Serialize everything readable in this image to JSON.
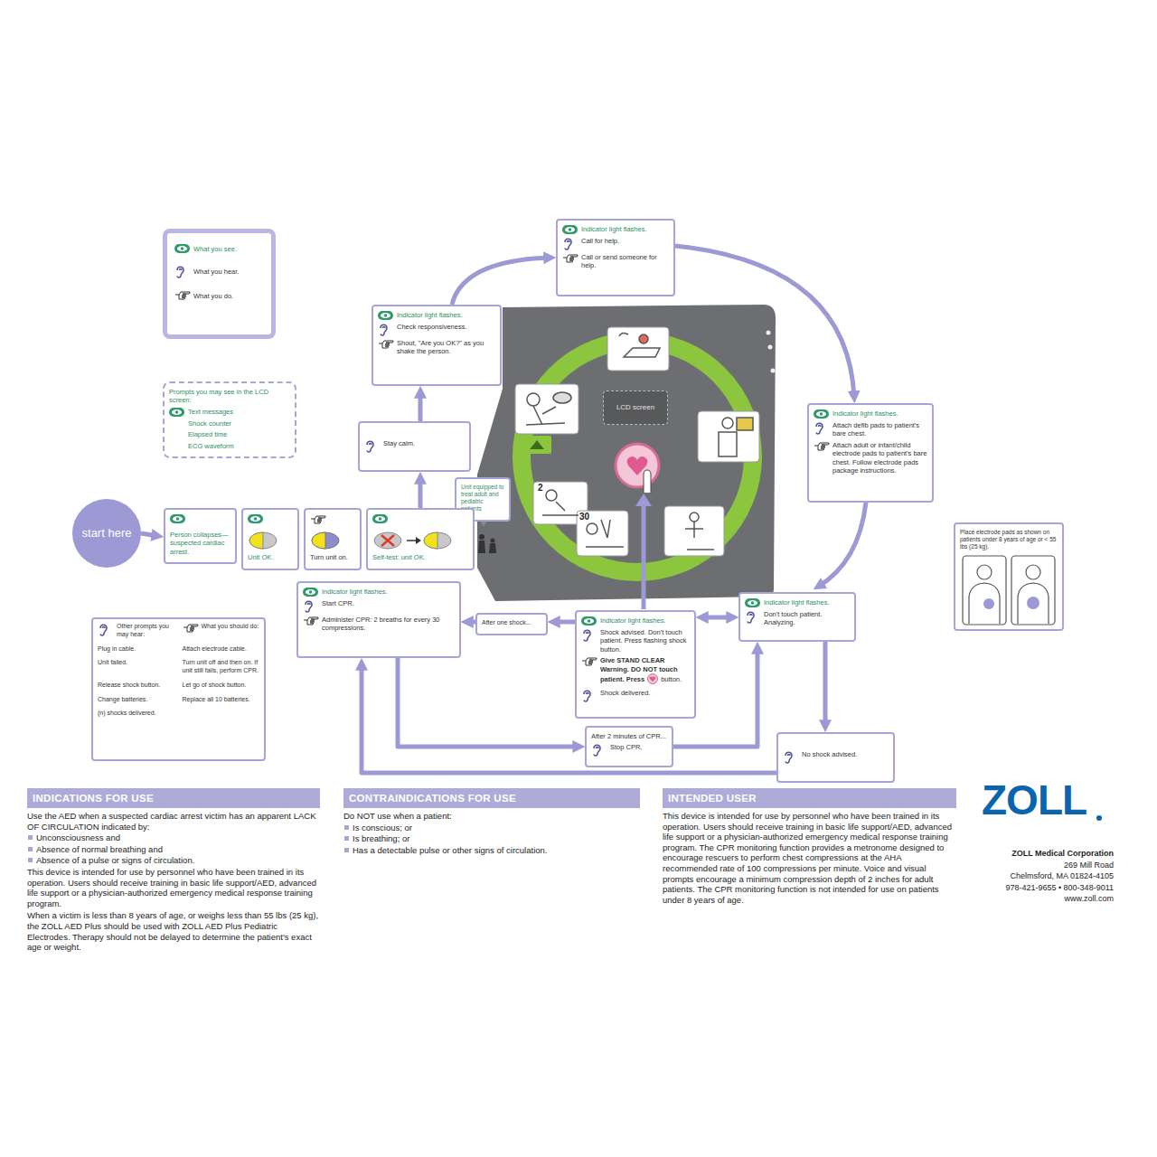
{
  "diagram": {
    "nodes": [
      {
        "text": [
          "Indicator light flashes.",
          "Call for help.",
          "Call or send someone for help."
        ]
      },
      {
        "text": [
          "Indicator light flashes.",
          "Check responsiveness.",
          "Shout, \"Are you OK?\" as you shake the person."
        ]
      },
      {
        "text": [
          "Prompts you may see in the LCD screen:",
          "Text messages",
          "Shock counter",
          "Elapsed time",
          "ECG waveform"
        ]
      },
      {
        "text": [
          "Indicator light flashes.",
          "Attach defib pads to patient's bare chest.",
          "Attach adult or infant/child electrode pads to patient's bare chest. Follow electrode pads package instructions."
        ]
      },
      {
        "text": [
          "Stay calm."
        ]
      },
      {
        "text": [
          "Unit equipped to treat adult and pediatric patients"
        ]
      },
      {
        "text": [
          "start here"
        ]
      },
      {
        "text": [
          "Person collapses—suspected cardiac arrest."
        ]
      },
      {
        "text": [
          "Unit OK."
        ]
      },
      {
        "text": [
          "Turn unit on."
        ]
      },
      {
        "text": [
          "Self-test: unit OK."
        ]
      },
      {
        "text": [
          "LCD screen"
        ]
      },
      {
        "text": [
          "Place electrode pads as shown on patients under 8 years of age or < 55 lbs (25 kg)."
        ]
      },
      {
        "text": [
          "Indicator light flashes.",
          "Start CPR.",
          "Administer CPR: 2 breaths for every 30 compressions."
        ]
      },
      {
        "text": [
          "After one shock..."
        ]
      },
      {
        "text": [
          "Indicator light flashes.",
          "Shock advised. Don't touch patient. Press flashing shock button.",
          "Give STAND CLEAR Warning. DO NOT touch patient. Press",
          "button.",
          "Shock delivered."
        ]
      },
      {
        "text": [
          "Indicator light flashes.",
          "Don't touch patient. Analyzing."
        ]
      },
      {
        "text": [
          "Other prompts you may hear:",
          "What you should do:",
          "Plug in cable.",
          "Attach electrode cable.",
          "Unit failed.",
          "Turn unit off and then on. If unit still fails, perform CPR.",
          "Release shock button.",
          "Let go of shock button.",
          "Change batteries.",
          "Replace all 10 batteries.",
          "(n) shocks delivered."
        ]
      },
      {
        "text": [
          "After 2 minutes of CPR...",
          "Stop CPR."
        ]
      },
      {
        "text": [
          "No shock advised."
        ]
      },
      {
        "text": [
          "INDICATIONS FOR USE"
        ]
      },
      {
        "text": [
          "CONTRAINDICATIONS FOR USE"
        ]
      },
      {
        "text": [
          "INTENDED USER"
        ]
      }
    ],
    "edges": [
      {
        "from": 6,
        "to": 7,
        "arrow": "to"
      },
      {
        "from": 10,
        "to": 4,
        "arrow": "to"
      },
      {
        "from": 4,
        "to": 1,
        "arrow": "to"
      },
      {
        "from": 1,
        "to": 0,
        "arrow": "to"
      },
      {
        "from": 0,
        "to": 3,
        "arrow": "to"
      },
      {
        "from": 3,
        "to": 16,
        "arrow": "to"
      },
      {
        "from": 16,
        "to": 15,
        "arrow": "both"
      },
      {
        "from": 16,
        "to": 19,
        "arrow": "to"
      },
      {
        "from": 15,
        "to": 14,
        "arrow": "to"
      },
      {
        "from": 14,
        "to": 13,
        "arrow": "to"
      },
      {
        "from": 13,
        "to": 18,
        "arrow": "to"
      },
      {
        "from": 18,
        "to": 16,
        "arrow": "to"
      },
      {
        "from": 19,
        "to": 13,
        "arrow": "to"
      }
    ],
    "labels": [
      "2",
      "30",
      "Use the AED when a suspected cardiac arrest victim has an apparent LACK OF CIRCULATION indicated by:",
      "Unconsciousness and",
      "Absence of normal breathing and",
      "Absence of a pulse or signs of circulation.",
      "This device is intended for use by personnel who have been trained in its operation. Users should receive training in basic life support/AED, advanced life support or a physician-authorized emergency medical response training program.",
      "When a victim is less than 8 years of age, or weighs less than 55 lbs (25 kg), the ZOLL AED Plus should be used with ZOLL AED Plus Pediatric Electrodes. Therapy should not be delayed to determine the patient's exact age or weight.",
      "Do NOT use when a patient:",
      "Is conscious; or",
      "Is breathing; or",
      "Has a detectable pulse or other signs of circulation.",
      "This device is intended for use by personnel who have been trained in its operation. Users should receive training in basic life support/AED, advanced life support or a physician-authorized emergency medical response training program. The CPR monitoring function provides a metronome designed to encourage rescuers to perform chest compressions at the AHA recommended rate of 100 compressions per minute. Voice and visual prompts encourage a minimum compression depth of 2 inches for adult patients. The CPR monitoring function is not intended for use on patients under 8 years of age.",
      "ZOLL",
      "ZOLL Medical Corporation",
      "269 Mill Road",
      "Chelmsford, MA 01824-4105",
      "978-421-9655 • 800-348-9011",
      "www.zoll.com"
    ],
    "legend": [
      {
        "text": "What you see."
      },
      {
        "text": "What you hear."
      },
      {
        "text": "What you do."
      }
    ]
  }
}
